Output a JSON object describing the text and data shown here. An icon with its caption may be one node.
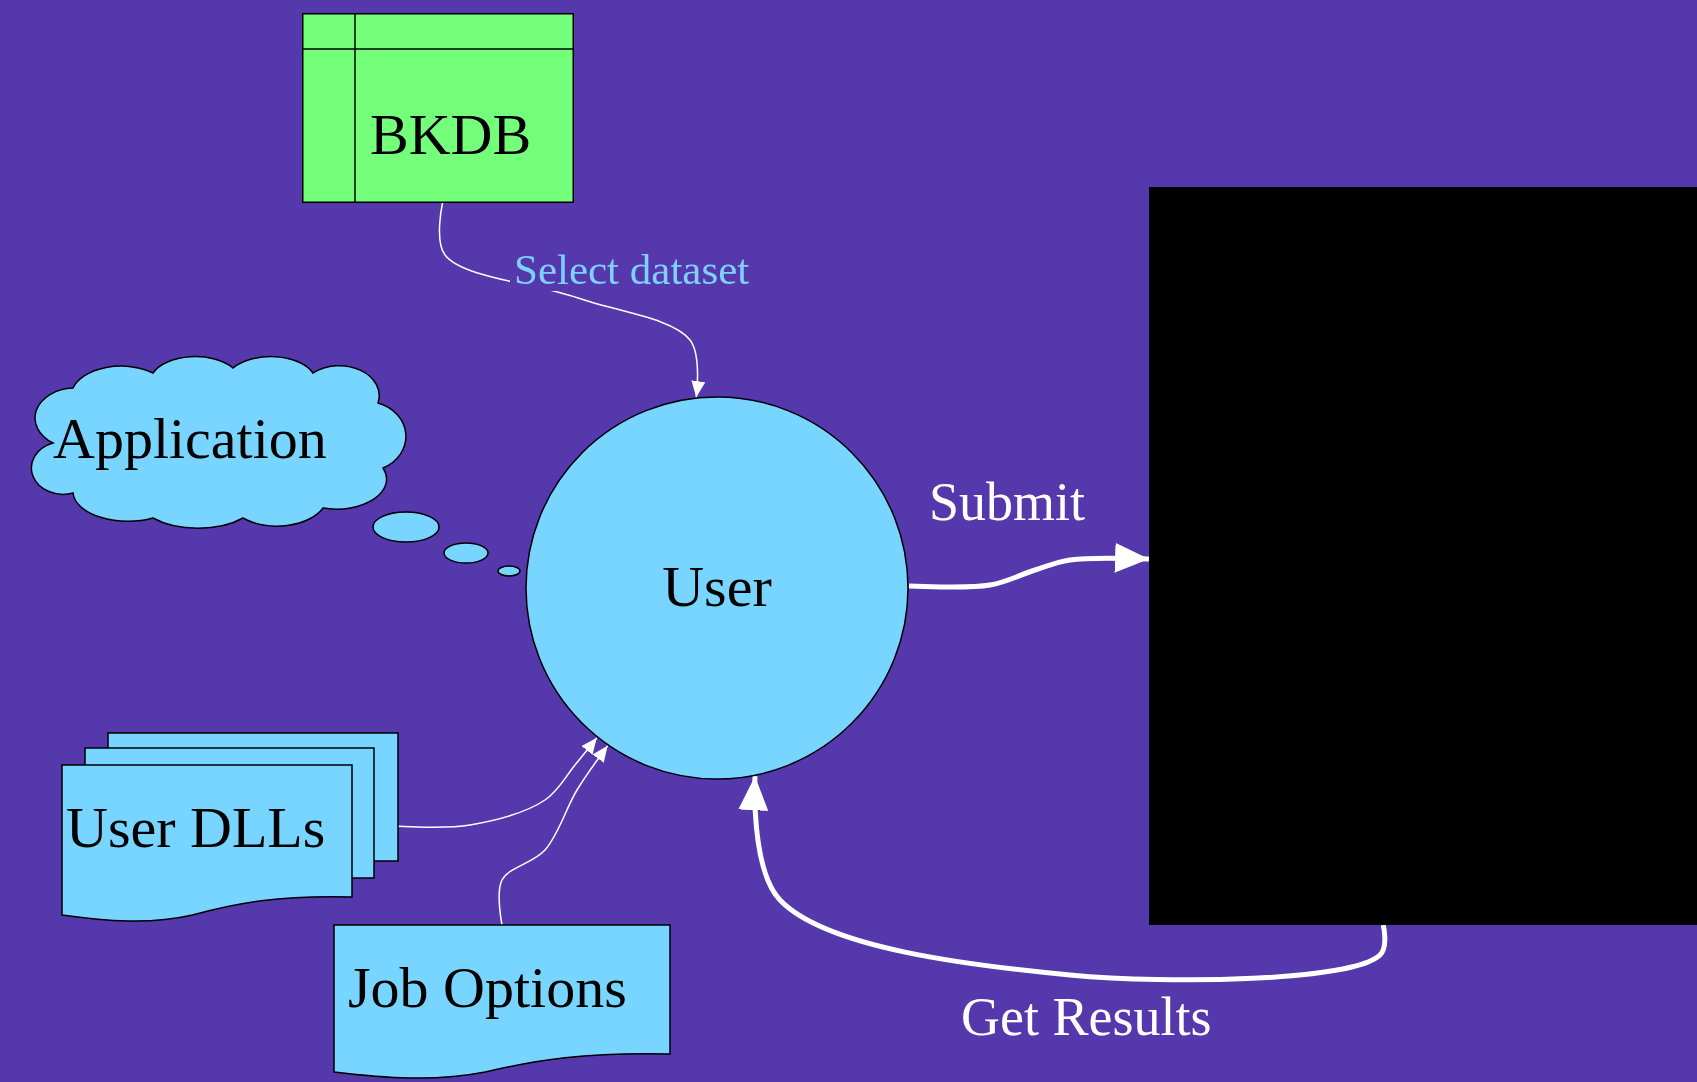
{
  "diagram": {
    "nodes": [
      {
        "text": [
          "BKDB"
        ]
      },
      {
        "text": [
          "User"
        ]
      },
      {
        "text": [
          "Application"
        ]
      },
      {
        "text": [
          "User DLLs"
        ]
      },
      {
        "text": [
          "Job Options"
        ]
      },
      {
        "text": [],
        "shape": "box"
      }
    ],
    "edges": [
      {
        "from": 0,
        "to": 1,
        "arrow": "to",
        "label": "Select dataset"
      },
      {
        "from": 1,
        "to": 5,
        "arrow": "to",
        "label": "Submit",
        "style": "thick"
      },
      {
        "from": 5,
        "to": 1,
        "arrow": "to",
        "label": "Get Results",
        "style": "thick"
      },
      {
        "from": 3,
        "to": 1,
        "arrow": "to"
      },
      {
        "from": 4,
        "to": 1,
        "arrow": "to"
      }
    ]
  }
}
